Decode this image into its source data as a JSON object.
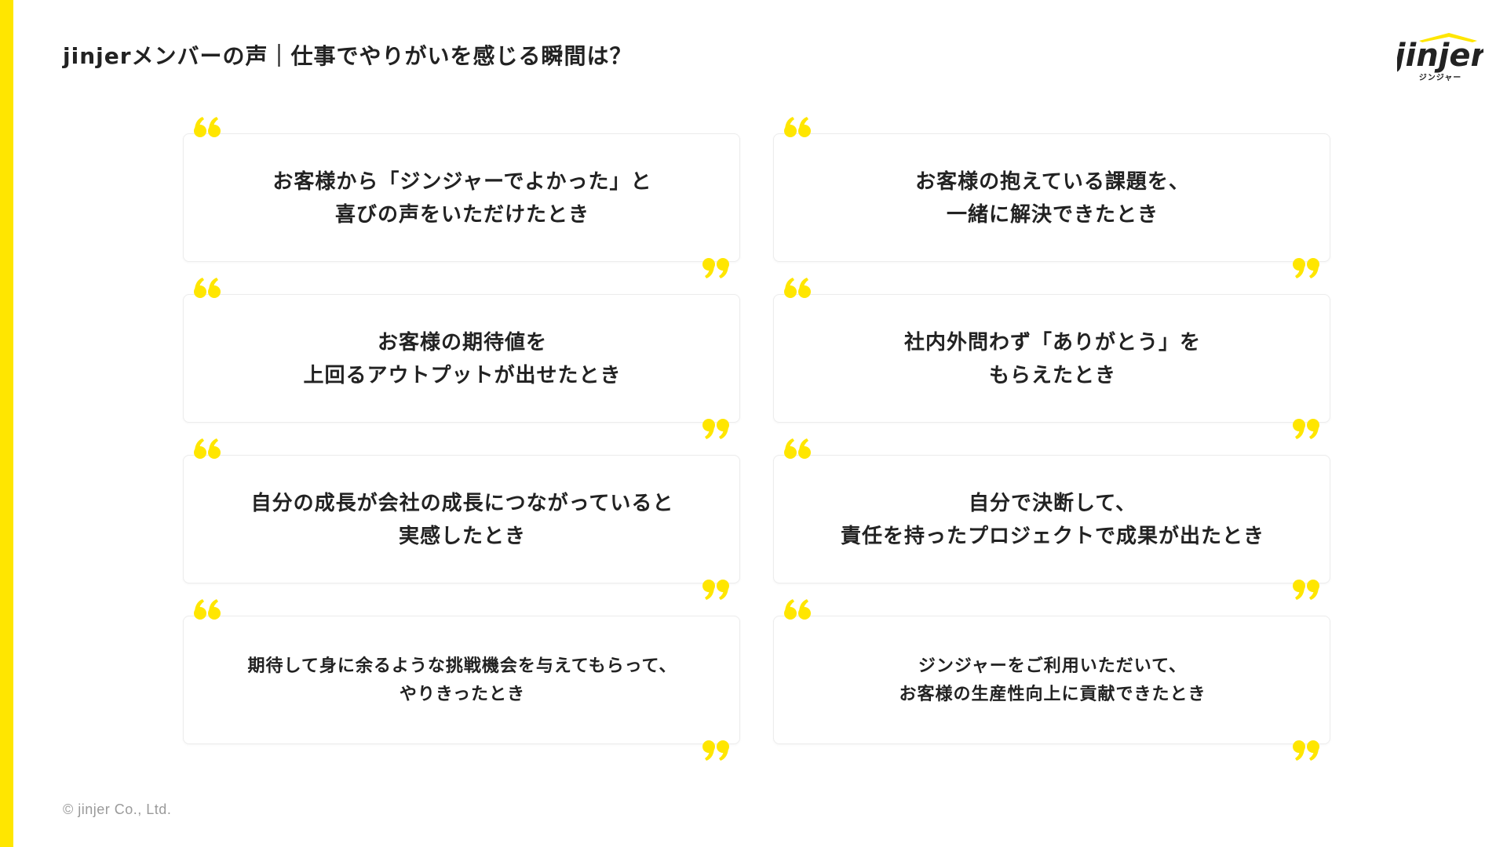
{
  "colors": {
    "accent": "#FFE600",
    "text": "#222222",
    "card_border": "#ECECEC",
    "footer_text": "#9A9A9A"
  },
  "header": {
    "title": "jinjerメンバーの声｜仕事でやりがいを感じる瞬間は？"
  },
  "logo": {
    "wordmark": "jinjer",
    "sub": "ジンジャー"
  },
  "quotes": [
    {
      "text": "お客様から「ジンジャーでよかった」と\n喜びの声をいただけたとき"
    },
    {
      "text": "お客様の抱えている課題を、\n一緒に解決できたとき"
    },
    {
      "text": "お客様の期待値を\n上回るアウトプットが出せたとき"
    },
    {
      "text": "社内外問わず「ありがとう」を\nもらえたとき"
    },
    {
      "text": "自分の成長が会社の成長につながっていると\n実感したとき"
    },
    {
      "text": "自分で決断して、\n責任を持ったプロジェクトで成果が出たとき"
    },
    {
      "text": "期待して身に余るような挑戦機会を与えてもらって、\nやりきったとき"
    },
    {
      "text": "ジンジャーをご利用いただいて、\nお客様の生産性向上に貢献できたとき"
    }
  ],
  "footer": {
    "copyright": "© jinjer Co., Ltd."
  }
}
